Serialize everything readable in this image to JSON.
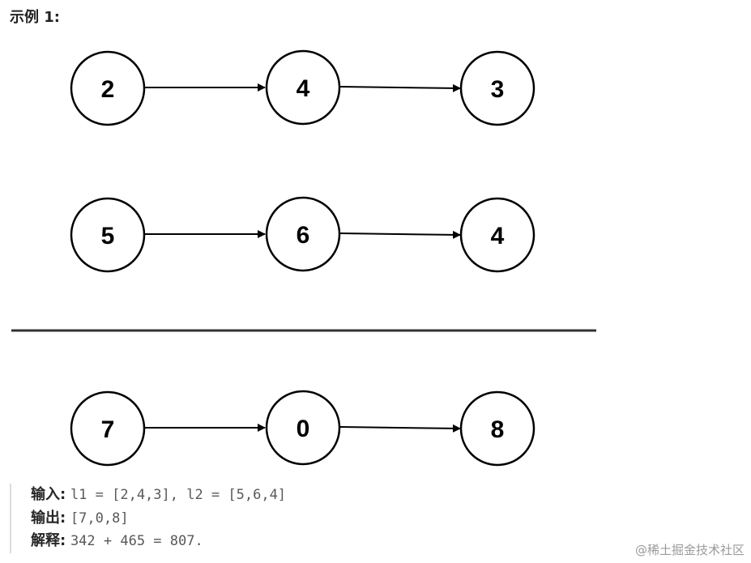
{
  "example": {
    "title": "示例 1:"
  },
  "diagram": {
    "list1": [
      "2",
      "4",
      "3"
    ],
    "list2": [
      "5",
      "6",
      "4"
    ],
    "result": [
      "7",
      "0",
      "8"
    ]
  },
  "io": {
    "input_label": "输入:",
    "input_value": "l1 = [2,4,3], l2 = [5,6,4]",
    "output_label": "输出:",
    "output_value": "[7,0,8]",
    "explain_label": "解释:",
    "explain_value": "342 + 465 = 807."
  },
  "watermark": "@稀土掘金技术社区"
}
